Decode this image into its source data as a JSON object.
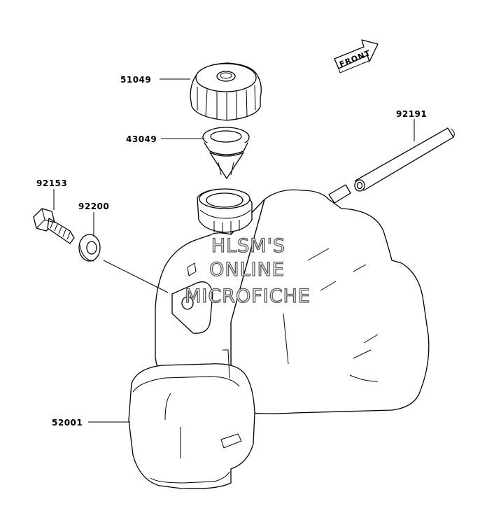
{
  "parts": [
    {
      "number": "51049",
      "name": "fuel-cap"
    },
    {
      "number": "43049",
      "name": "strainer"
    },
    {
      "number": "92191",
      "name": "hose"
    },
    {
      "number": "92153",
      "name": "bolt"
    },
    {
      "number": "92200",
      "name": "washer"
    },
    {
      "number": "52001",
      "name": "fuel-tank"
    }
  ],
  "front_label": "FRONT",
  "watermark": [
    "HLSM'S",
    "ONLINE",
    "MICROFICHE"
  ]
}
